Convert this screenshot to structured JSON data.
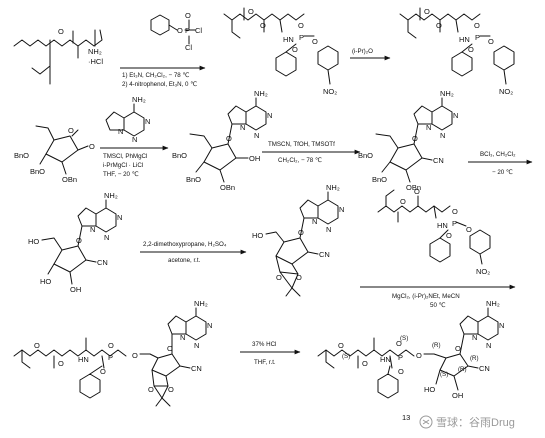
{
  "molecules": {
    "m1": {
      "atoms": [
        "O",
        "NH₂",
        "·HCl"
      ]
    },
    "m2": {
      "atoms": [
        "O",
        "P",
        "Cl",
        "Cl",
        "O"
      ]
    },
    "m3": {
      "atoms": [
        "O",
        "O",
        "HN",
        "P",
        "O",
        "O",
        "O",
        "NO₂"
      ]
    },
    "m4": {
      "atoms": [
        "O",
        "O",
        "HN",
        "P",
        "O",
        "O",
        "O",
        "NO₂"
      ]
    },
    "m5": {
      "atoms": [
        "BnO",
        "BnO",
        "OBn",
        "O",
        "O"
      ]
    },
    "m6": {
      "atoms": [
        "NH₂",
        "N",
        "N",
        "N"
      ]
    },
    "m7": {
      "atoms": [
        "NH₂",
        "N",
        "N",
        "N",
        "O",
        "BnO",
        "BnO",
        "OBn",
        "OH"
      ]
    },
    "m8": {
      "atoms": [
        "NH₂",
        "N",
        "N",
        "N",
        "O",
        "BnO",
        "BnO",
        "OBn",
        "CN"
      ]
    },
    "m9": {
      "atoms": [
        "NH₂",
        "N",
        "N",
        "N",
        "O",
        "HO",
        "HO",
        "OH",
        "CN"
      ]
    },
    "m10": {
      "atoms": [
        "NH₂",
        "N",
        "N",
        "N",
        "O",
        "HO",
        "O",
        "O",
        "CN"
      ]
    },
    "m11": {
      "atoms": [
        "O",
        "O",
        "HN",
        "P",
        "O",
        "O",
        "O",
        "NO₂"
      ]
    },
    "m12": {
      "atoms": [
        "O",
        "O",
        "HN",
        "P",
        "O",
        "O",
        "O",
        "NH₂",
        "N",
        "N",
        "N",
        "O",
        "O",
        "O",
        "CN"
      ]
    },
    "m13": {
      "atoms": [
        "O",
        "O",
        "HN",
        "P",
        "O",
        "O",
        "O",
        "NH₂",
        "N",
        "N",
        "N",
        "O",
        "HO",
        "OH",
        "CN",
        "(S)",
        "(S)",
        "(R)",
        "(S)",
        "(R)",
        "(R)"
      ]
    }
  },
  "steps": [
    {
      "id": "s1",
      "conditions": [
        "1) Et₃N, CH₂Cl₂, − 78 ℃",
        "2) 4-nitrophenol, Et₃N, 0 ℃"
      ]
    },
    {
      "id": "s2",
      "conditions": [
        "(i-Pr)₂O"
      ]
    },
    {
      "id": "s3",
      "conditions": [
        "TMSCl, PhMgCl",
        "i-PrMgCl · LiCl",
        "THF, − 20 ℃"
      ]
    },
    {
      "id": "s4",
      "conditions": [
        "TMSCN, TfOH, TMSOTf",
        "CH₂Cl₂, − 78 ℃"
      ]
    },
    {
      "id": "s5",
      "conditions": [
        "BCl₃, CH₂Cl₂",
        "− 20 ℃"
      ]
    },
    {
      "id": "s6",
      "conditions": [
        "2,2-dimethoxypropane, H₂SO₄",
        "acetone, r.t."
      ]
    },
    {
      "id": "s7",
      "conditions": [
        "MgCl₂, (i-Pr)₂NEt, MeCN",
        "50 ℃"
      ]
    },
    {
      "id": "s8",
      "conditions": [
        "37% HCl",
        "THF, r.t."
      ]
    }
  ],
  "compound_label": "13",
  "watermark": "雪球：谷雨Drug",
  "watermark_icon": "snowball-logo-icon"
}
